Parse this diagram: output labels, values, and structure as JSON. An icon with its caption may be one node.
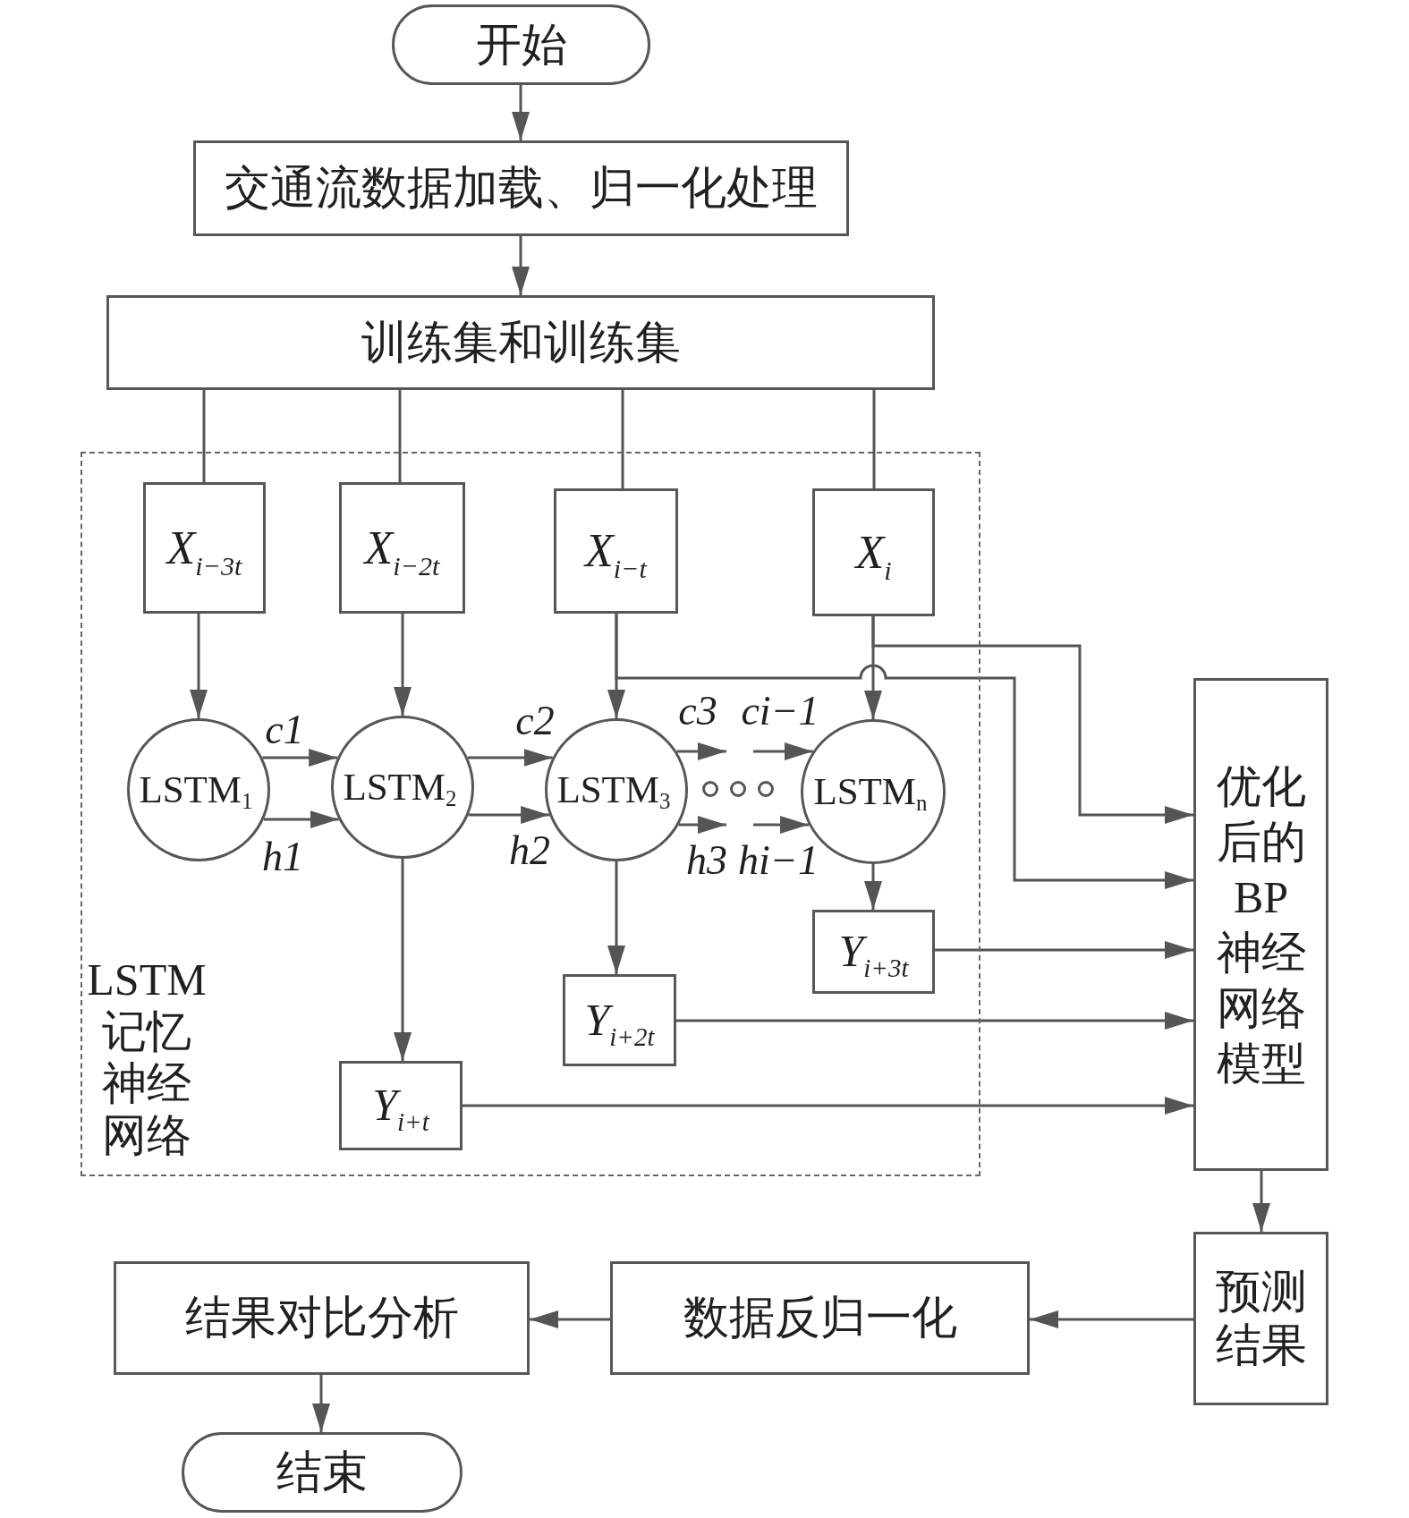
{
  "diagram": {
    "nodes": [
      {
        "text": [
          "开始"
        ]
      },
      {
        "text": [
          "交通流数据加载、归一化处理"
        ]
      },
      {
        "text": [
          "训练集和训练集"
        ]
      },
      {
        "text": [
          "LSTM记忆神经网络"
        ]
      },
      {
        "text": [
          "X$_{i−3t}$"
        ],
        "in": 3
      },
      {
        "text": [
          "X$_{i−2t}$"
        ],
        "in": 3
      },
      {
        "text": [
          "X$_{i−t}$"
        ],
        "in": 3
      },
      {
        "text": [
          "X$_{i}$"
        ],
        "in": 3
      },
      {
        "text": [
          "LSTM$_{1}$"
        ],
        "in": 3
      },
      {
        "text": [
          "LSTM$_{2}$"
        ],
        "in": 3
      },
      {
        "text": [
          "LSTM$_{3}$"
        ],
        "in": 3
      },
      {
        "text": [
          "LSTM$_{n}$"
        ],
        "in": 3
      },
      {
        "text": [
          "Y$_{i+3t}$"
        ],
        "in": 3
      },
      {
        "text": [
          "Y$_{i+2t}$"
        ],
        "in": 3
      },
      {
        "text": [
          "Y$_{i+t}$"
        ],
        "in": 3
      },
      {
        "text": [
          "优化后的BP神经网络模型"
        ]
      },
      {
        "text": [
          "预测结果"
        ]
      },
      {
        "text": [
          "数据反归一化"
        ]
      },
      {
        "text": [
          "结果对比分析"
        ]
      },
      {
        "text": [
          "结束"
        ]
      }
    ],
    "edges": [
      {
        "from": 0,
        "to": 1,
        "arrow": "to"
      },
      {
        "from": 1,
        "to": 2,
        "arrow": "to"
      },
      {
        "from": 2,
        "to": 4,
        "arrow": "none"
      },
      {
        "from": 2,
        "to": 5,
        "arrow": "none"
      },
      {
        "from": 2,
        "to": 6,
        "arrow": "none"
      },
      {
        "from": 2,
        "to": 7,
        "arrow": "none"
      },
      {
        "from": 4,
        "to": 8,
        "arrow": "to"
      },
      {
        "from": 5,
        "to": 9,
        "arrow": "to"
      },
      {
        "from": 6,
        "to": 10,
        "arrow": "to"
      },
      {
        "from": 7,
        "to": 11,
        "arrow": "to"
      },
      {
        "from": 8,
        "to": 9,
        "arrow": "to",
        "label": "c1"
      },
      {
        "from": 8,
        "to": 9,
        "arrow": "to",
        "label": "h1"
      },
      {
        "from": 9,
        "to": 10,
        "arrow": "to",
        "label": "c2"
      },
      {
        "from": 9,
        "to": 10,
        "arrow": "to",
        "label": "h2"
      },
      {
        "from": 10,
        "to": null,
        "arrow": "to",
        "label": "c3"
      },
      {
        "from": 10,
        "to": null,
        "arrow": "to",
        "label": "h3"
      },
      {
        "from": null,
        "to": 11,
        "arrow": "to",
        "label": "ci−1"
      },
      {
        "from": null,
        "to": 11,
        "arrow": "to",
        "label": "hi−1"
      },
      {
        "from": 9,
        "to": 14,
        "arrow": "to"
      },
      {
        "from": 10,
        "to": 13,
        "arrow": "to"
      },
      {
        "from": 11,
        "to": 12,
        "arrow": "to"
      },
      {
        "from": 7,
        "to": 15,
        "arrow": "to"
      },
      {
        "from": 6,
        "to": 15,
        "arrow": "to"
      },
      {
        "from": 12,
        "to": 15,
        "arrow": "to"
      },
      {
        "from": 13,
        "to": 15,
        "arrow": "to"
      },
      {
        "from": 14,
        "to": 15,
        "arrow": "to"
      },
      {
        "from": 15,
        "to": 16,
        "arrow": "to"
      },
      {
        "from": 16,
        "to": 17,
        "arrow": "to"
      },
      {
        "from": 17,
        "to": 18,
        "arrow": "to"
      },
      {
        "from": 18,
        "to": 19,
        "arrow": "to"
      }
    ]
  }
}
